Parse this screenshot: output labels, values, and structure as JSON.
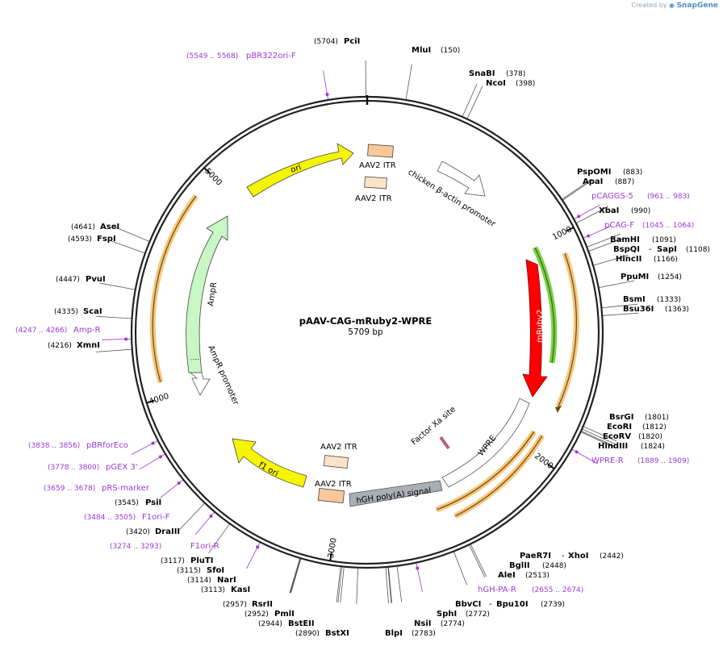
{
  "brand": {
    "created_by": "Created by",
    "name": "SnapGene"
  },
  "plasmid": {
    "name": "pAAV-CAG-mRuby2-WPRE",
    "size_label": "5709 bp",
    "length": 5709
  },
  "ticks": [
    {
      "value": 1000,
      "label": "1000"
    },
    {
      "value": 2000,
      "label": "2000"
    },
    {
      "value": 3000,
      "label": "3000"
    },
    {
      "value": 4000,
      "label": "4000"
    },
    {
      "value": 5000,
      "label": "5000"
    }
  ],
  "enzyme_sites": [
    {
      "name": "PciI",
      "pos": "(5704)",
      "bp": 5704
    },
    {
      "name": "MluI",
      "pos": "(150)",
      "bp": 150
    },
    {
      "name": "SnaBI",
      "pos": "(378)",
      "bp": 378
    },
    {
      "name": "NcoI",
      "pos": "(398)",
      "bp": 398
    },
    {
      "name": "PspOMI",
      "pos": "(883)",
      "bp": 883
    },
    {
      "name": "ApaI",
      "pos": "(887)",
      "bp": 887
    },
    {
      "name": "XbaI",
      "pos": "(990)",
      "bp": 990
    },
    {
      "name": "BamHI",
      "pos": "(1091)",
      "bp": 1091
    },
    {
      "name": "BspQI",
      "name2": "SapI",
      "pos": "(1108)",
      "bp": 1108
    },
    {
      "name": "HincII",
      "pos": "(1166)",
      "bp": 1166
    },
    {
      "name": "PpuMI",
      "pos": "(1254)",
      "bp": 1254
    },
    {
      "name": "BsmI",
      "pos": "(1333)",
      "bp": 1333
    },
    {
      "name": "Bsu36I",
      "pos": "(1363)",
      "bp": 1363
    },
    {
      "name": "BsrGI",
      "pos": "(1801)",
      "bp": 1801
    },
    {
      "name": "EcoRI",
      "pos": "(1812)",
      "bp": 1812
    },
    {
      "name": "EcoRV",
      "pos": "(1820)",
      "bp": 1820
    },
    {
      "name": "HindIII",
      "pos": "(1824)",
      "bp": 1824
    },
    {
      "name": "PaeR7I",
      "name2": "XhoI",
      "pos": "(2442)",
      "bp": 2442
    },
    {
      "name": "BglII",
      "pos": "(2448)",
      "bp": 2448
    },
    {
      "name": "AleI",
      "pos": "(2513)",
      "bp": 2513
    },
    {
      "name": "BbvCI",
      "name2": "Bpu10I",
      "pos": "(2739)",
      "bp": 2739
    },
    {
      "name": "SphI",
      "pos": "(2772)",
      "bp": 2772
    },
    {
      "name": "NsiI",
      "pos": "(2774)",
      "bp": 2774
    },
    {
      "name": "BlpI",
      "pos": "(2783)",
      "bp": 2783
    },
    {
      "name": "BstXI",
      "pos": "(2890)",
      "bp": 2890
    },
    {
      "name": "BstEII",
      "pos": "(2944)",
      "bp": 2944
    },
    {
      "name": "PmlI",
      "pos": "(2952)",
      "bp": 2952
    },
    {
      "name": "RsrII",
      "pos": "(2957)",
      "bp": 2957
    },
    {
      "name": "KasI",
      "pos": "(3113)",
      "bp": 3113
    },
    {
      "name": "NarI",
      "pos": "(3114)",
      "bp": 3114
    },
    {
      "name": "SfoI",
      "pos": "(3115)",
      "bp": 3115
    },
    {
      "name": "PluTI",
      "pos": "(3117)",
      "bp": 3117
    },
    {
      "name": "DraIII",
      "pos": "(3420)",
      "bp": 3420
    },
    {
      "name": "PsiI",
      "pos": "(3545)",
      "bp": 3545
    },
    {
      "name": "XmnI",
      "pos": "(4216)",
      "bp": 4216
    },
    {
      "name": "ScaI",
      "pos": "(4335)",
      "bp": 4335
    },
    {
      "name": "PvuI",
      "pos": "(4447)",
      "bp": 4447
    },
    {
      "name": "FspI",
      "pos": "(4593)",
      "bp": 4593
    },
    {
      "name": "AseI",
      "pos": "(4641)",
      "bp": 4641
    }
  ],
  "primers": [
    {
      "name": "pBR322ori-F",
      "range": "(5549 .. 5568)",
      "bp": 5558
    },
    {
      "name": "pCAGGS-5",
      "range": "(961 .. 983)",
      "bp": 972
    },
    {
      "name": "pCAG-F",
      "range": "(1045 .. 1064)",
      "bp": 1054
    },
    {
      "name": "WPRE-R",
      "range": "(1889 .. 1909)",
      "bp": 1899
    },
    {
      "name": "hGH-PA-R",
      "range": "(2655 .. 2674)",
      "bp": 2664
    },
    {
      "name": "F1ori-R",
      "range": "(3274 .. 3293)",
      "bp": 3283
    },
    {
      "name": "F1ori-F",
      "range": "(3484 .. 3505)",
      "bp": 3494
    },
    {
      "name": "pRS-marker",
      "range": "(3659 .. 3678)",
      "bp": 3668
    },
    {
      "name": "pGEX 3'",
      "range": "(3778 .. 3800)",
      "bp": 3789
    },
    {
      "name": "pBRforEco",
      "range": "(3838 .. 3856)",
      "bp": 3847
    },
    {
      "name": "Amp-R",
      "range": "(4247 .. 4266)",
      "bp": 4256
    }
  ],
  "features": [
    {
      "label": "ori"
    },
    {
      "label": "AAV2 ITR"
    },
    {
      "label": "AAV2 ITR"
    },
    {
      "label": "chicken β-actin promoter"
    },
    {
      "label": "mRuby2"
    },
    {
      "label": "WPRE"
    },
    {
      "label": "Factor Xa site"
    },
    {
      "label": "hGH poly(A) signal"
    },
    {
      "label": "AAV2 ITR"
    },
    {
      "label": "AAV2 ITR"
    },
    {
      "label": "f1 ori"
    },
    {
      "label": "AmpR promoter"
    },
    {
      "label": "AmpR"
    }
  ],
  "colors": {
    "backbone": "#222222",
    "enzyme_text": "#000000",
    "primer_text": "#9a3ad6",
    "ori": "#f5f500",
    "itr": "#f9c79a",
    "mruby2": "#ff0000",
    "ampr": "#c8f7c5",
    "hgh": "#a9afb5",
    "orf_arrow": "#f5c67a",
    "green_arrow": "#7bd043"
  }
}
